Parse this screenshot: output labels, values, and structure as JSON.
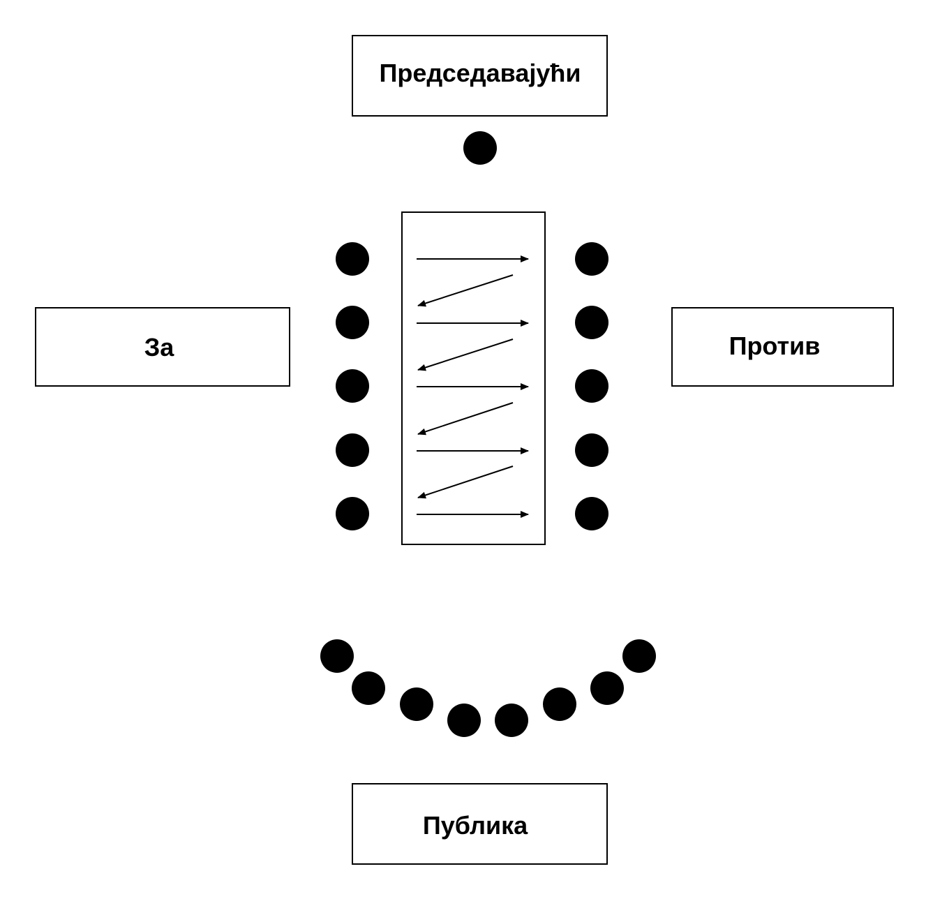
{
  "labels": {
    "chair": "Председавајући",
    "for": "За",
    "against": "Против",
    "audience": "Публика"
  },
  "colors": {
    "seat": "#000000",
    "outline": "#000000",
    "background": "#ffffff"
  }
}
